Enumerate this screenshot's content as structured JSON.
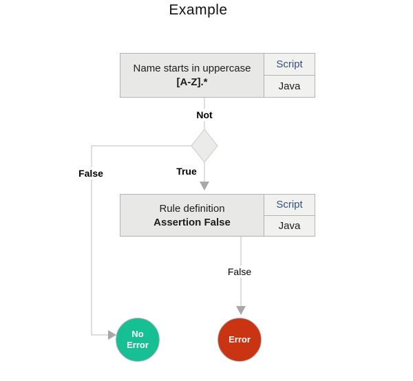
{
  "title": "Example",
  "colors": {
    "node_fill": "#e8e8e6",
    "node_border": "#b2b2b0",
    "tab_fill": "#f1f1ef",
    "script_link": "#34517e",
    "connector": "#bcbcbc",
    "arrowhead": "#a8a8a8",
    "diamond_fill": "#ebebe9",
    "diamond_border": "#c8c8c6",
    "no_error_fill": "#17bf95",
    "error_fill": "#c93512"
  },
  "nodes": {
    "rule1": {
      "line1": "Name starts in uppercase",
      "line2": "[A-Z].*",
      "tabs": [
        "Script",
        "Java"
      ]
    },
    "rule2": {
      "line1": "Rule definition",
      "line2": "Assertion False",
      "tabs": [
        "Script",
        "Java"
      ]
    }
  },
  "labels": {
    "not": "Not",
    "false_branch": "False",
    "true_branch": "True",
    "false_outcome": "False"
  },
  "terminals": {
    "no_error": {
      "line1": "No",
      "line2": "Error"
    },
    "error": {
      "line1": "Error"
    }
  }
}
